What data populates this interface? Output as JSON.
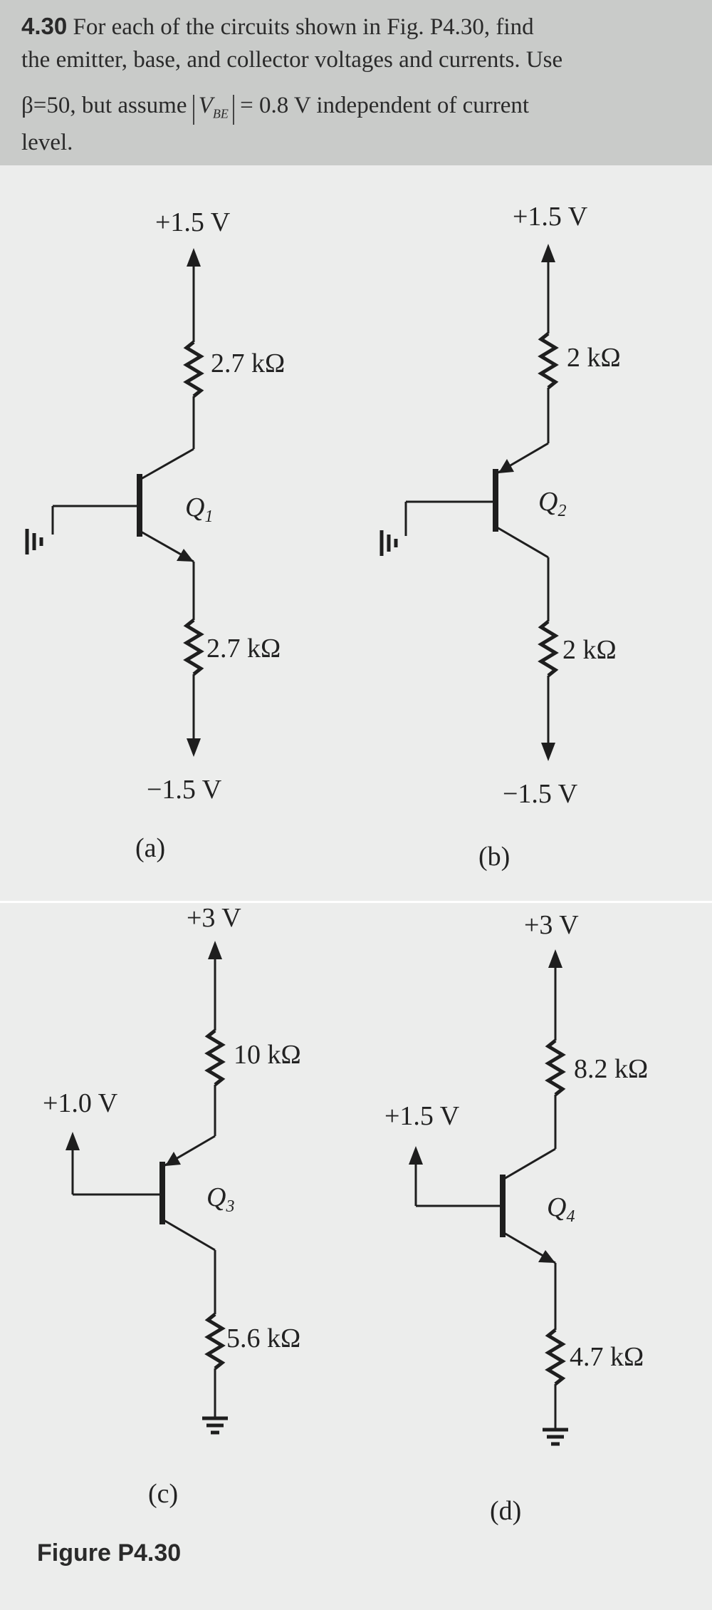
{
  "problem": {
    "number": "4.30",
    "line1": "For each of the circuits shown in Fig. P4.30, find",
    "line2": "the emitter, base, and collector voltages and currents. Use",
    "beta": "β=50, but assume",
    "vbe_symbol": "V",
    "vbe_sub": "BE",
    "line3_rest": "= 0.8 V independent of current",
    "line4": "level."
  },
  "figure": {
    "caption": "Figure P4.30",
    "circuits": [
      {
        "id": "a",
        "label": "(a)",
        "top_supply": "+1.5 V",
        "top_resistor": "2.7 kΩ",
        "transistor": "Q",
        "transistor_sub": "1",
        "bottom_resistor": "2.7 kΩ",
        "bottom_supply": "−1.5 V"
      },
      {
        "id": "b",
        "label": "(b)",
        "top_supply": "+1.5 V",
        "top_resistor": "2 kΩ",
        "transistor": "Q",
        "transistor_sub": "2",
        "bottom_resistor": "2 kΩ",
        "bottom_supply": "−1.5 V"
      },
      {
        "id": "c",
        "label": "(c)",
        "top_supply": "+3 V",
        "top_resistor": "10 kΩ",
        "base_supply": "+1.0 V",
        "transistor": "Q",
        "transistor_sub": "3",
        "bottom_resistor": "5.6 kΩ"
      },
      {
        "id": "d",
        "label": "(d)",
        "top_supply": "+3 V",
        "top_resistor": "8.2 kΩ",
        "base_supply": "+1.5 V",
        "transistor": "Q",
        "transistor_sub": "4",
        "bottom_resistor": "4.7 kΩ"
      }
    ]
  }
}
